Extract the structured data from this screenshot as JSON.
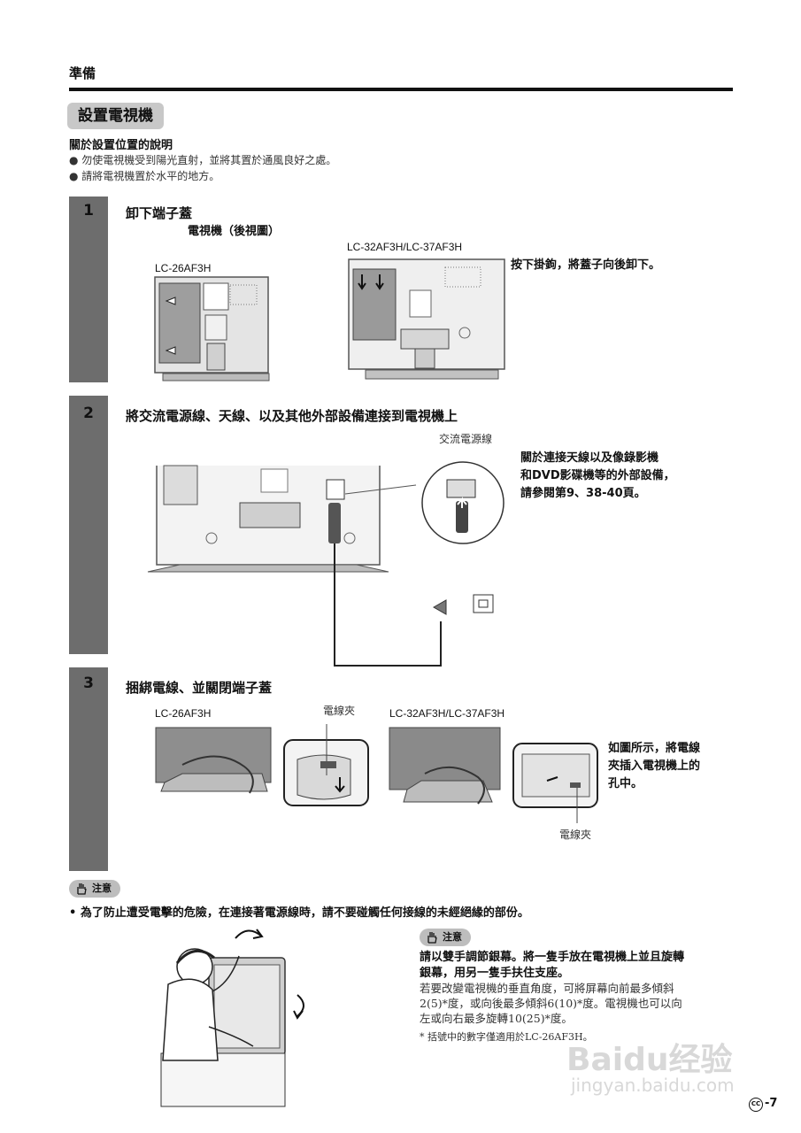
{
  "header": {
    "section": "準備",
    "title": "設置電視機"
  },
  "placement": {
    "heading": "關於設置位置的說明",
    "bullets": [
      "勿使電視機受到陽光直射，並將其置於通風良好之處。",
      "請將電視機置於水平的地方。"
    ]
  },
  "steps": [
    {
      "number": "1",
      "title": "卸下端子蓋",
      "subtitle": "電視機（後視圖）",
      "model_left": "LC-26AF3H",
      "model_right": "LC-32AF3H/LC-37AF3H",
      "callout": "按下掛鉤，將蓋子向後卸下。"
    },
    {
      "number": "2",
      "title": "將交流電源線、天線、以及其他外部設備連接到電視機上",
      "cord_label": "交流電源線",
      "callout_lines": [
        "關於連接天線以及像錄影機",
        "和DVD影碟機等的外部設備，",
        "請參閱第9、38-40頁。"
      ]
    },
    {
      "number": "3",
      "title": "捆綁電線、並關閉端子蓋",
      "model_left": "LC-26AF3H",
      "model_right": "LC-32AF3H/LC-37AF3H",
      "clamp_label_top": "電線夾",
      "clamp_label_bottom": "電線夾",
      "callout_lines": [
        "如圖所示，將電線",
        "夾插入電視機上的",
        "孔中。"
      ]
    }
  ],
  "caution_main": {
    "label": "注意",
    "text": "• 為了防止遭受電擊的危險，在連接著電源線時，請不要碰觸任何接線的未經絕緣的部份。"
  },
  "caution_side": {
    "label": "注意",
    "bold_lines": [
      "請以雙手調節銀幕。將一隻手放在電視機上並且旋轉",
      "銀幕，用另一隻手扶住支座。"
    ],
    "body_lines": [
      "若要改變電視機的垂直角度，可將屏幕向前最多傾斜",
      "2(5)*度，或向後最多傾斜6(10)*度。電視機也可以向",
      "左或向右最多旋轉10(25)*度。"
    ],
    "footnote": "* 括號中的數字僅適用於LC-26AF3H。"
  },
  "footer": {
    "page_mark": "CC",
    "page_number": "-7"
  },
  "watermark": {
    "logo": "Baidu经验",
    "url": "jingyan.baidu.com"
  }
}
